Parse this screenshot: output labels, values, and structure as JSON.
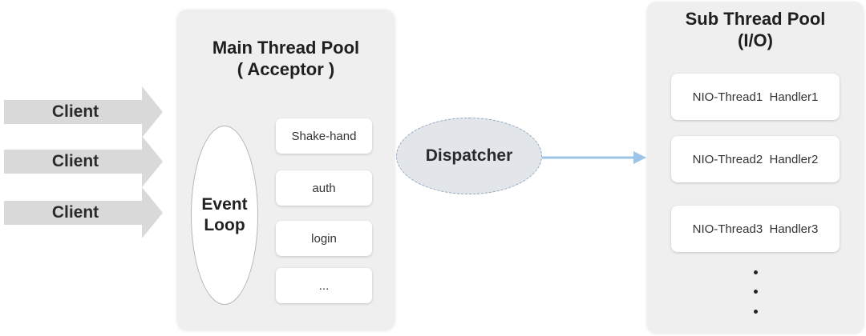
{
  "clients": [
    {
      "label": "Client"
    },
    {
      "label": "Client"
    },
    {
      "label": "Client"
    }
  ],
  "main_pool": {
    "title_line1": "Main Thread Pool",
    "title_line2": "( Acceptor )",
    "event_loop_line1": "Event",
    "event_loop_line2": "Loop",
    "tasks": [
      "Shake-hand",
      "auth",
      "login",
      "..."
    ]
  },
  "dispatcher": {
    "label": "Dispatcher"
  },
  "sub_pool": {
    "title_line1": "Sub Thread Pool",
    "title_line2": "(I/O)",
    "handlers": [
      "NIO-Thread1  Handler1",
      "NIO-Thread2  Handler2",
      "NIO-Thread3  Handler3"
    ]
  },
  "colors": {
    "arrow_fill": "#d9d9d9",
    "pool_bg": "#efefef",
    "dispatcher_fill": "#e2e6ea",
    "dispatcher_border": "#8fa7c1",
    "connector_arrow": "#9dc3e6"
  }
}
